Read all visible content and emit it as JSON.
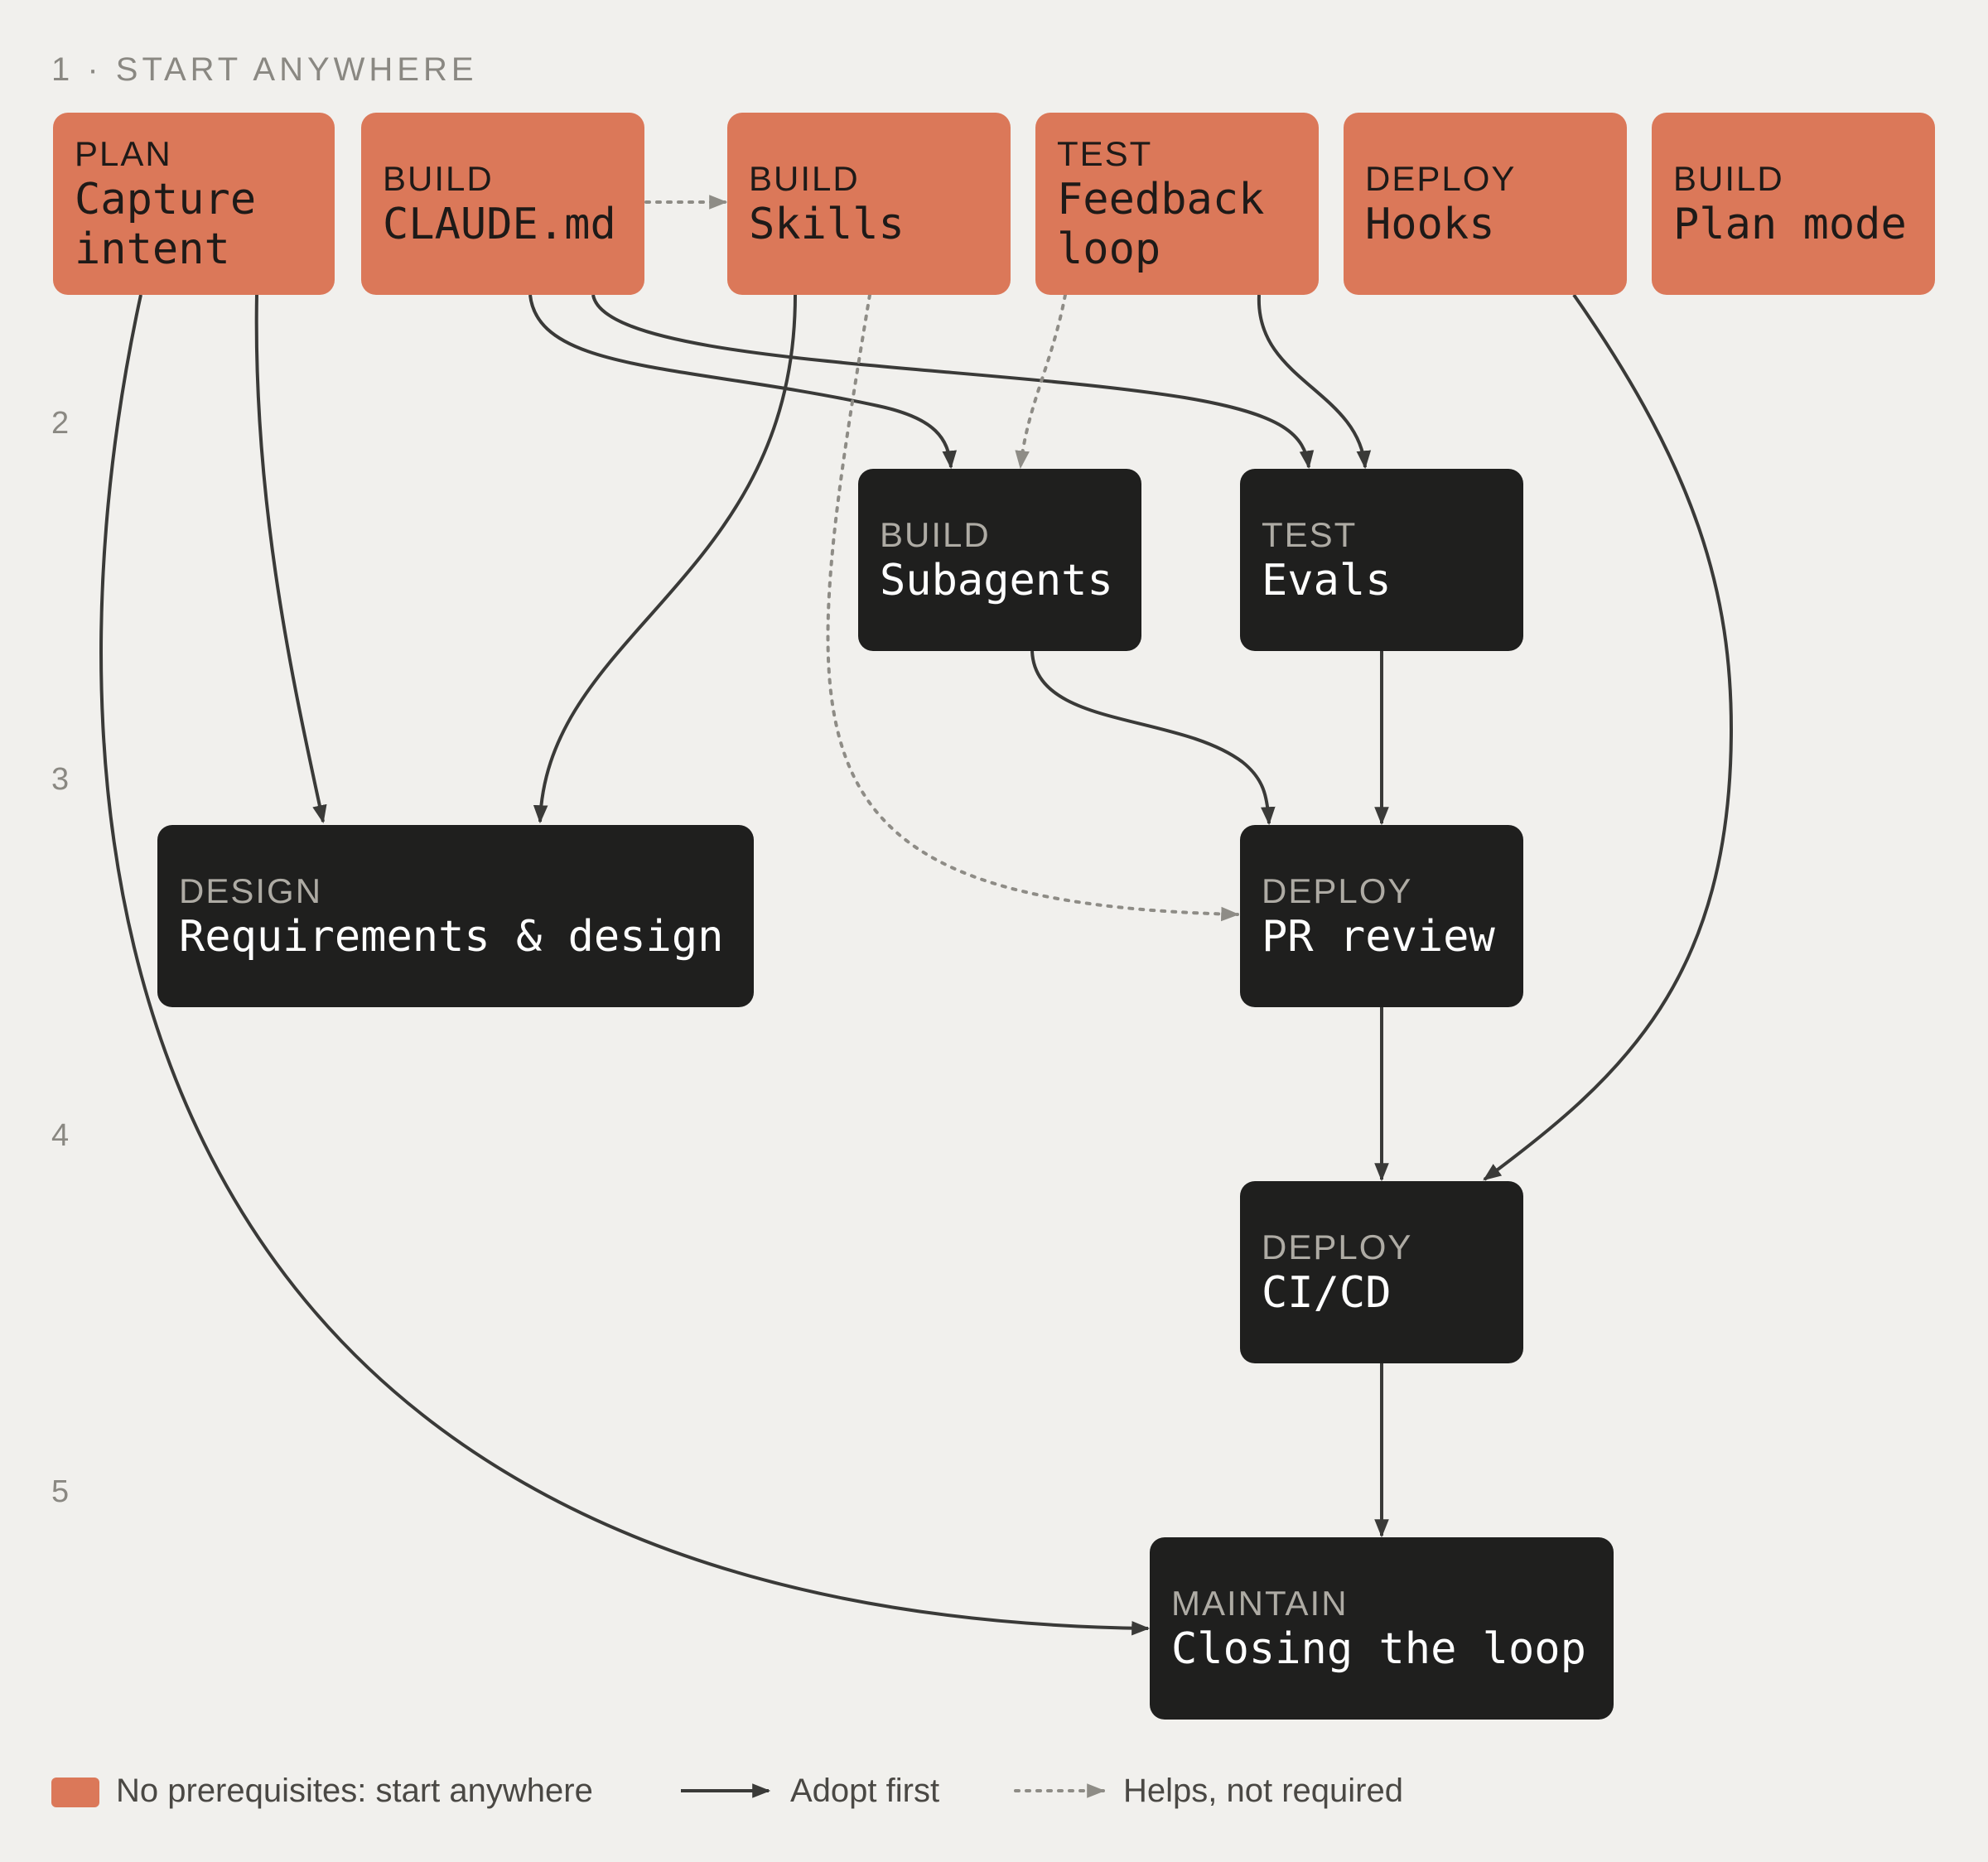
{
  "header": {
    "label": "1 · START ANYWHERE"
  },
  "rows": [
    "2",
    "3",
    "4",
    "5"
  ],
  "nodes": {
    "capture_intent": {
      "category": "PLAN",
      "name": "Capture\nintent"
    },
    "claude_md": {
      "category": "BUILD",
      "name": "CLAUDE.md"
    },
    "skills": {
      "category": "BUILD",
      "name": "Skills"
    },
    "feedback_loop": {
      "category": "TEST",
      "name": "Feedback\nloop"
    },
    "hooks": {
      "category": "DEPLOY",
      "name": "Hooks"
    },
    "plan_mode": {
      "category": "BUILD",
      "name": "Plan mode"
    },
    "subagents": {
      "category": "BUILD",
      "name": "Subagents"
    },
    "evals": {
      "category": "TEST",
      "name": "Evals"
    },
    "requirements_design": {
      "category": "DESIGN",
      "name": "Requirements & design"
    },
    "pr_review": {
      "category": "DEPLOY",
      "name": "PR review"
    },
    "ci_cd": {
      "category": "DEPLOY",
      "name": "CI/CD"
    },
    "closing_loop": {
      "category": "MAINTAIN",
      "name": "Closing the loop"
    }
  },
  "edges": [
    {
      "from": "claude_md",
      "to": "skills",
      "style": "helps"
    },
    {
      "from": "capture_intent",
      "to": "requirements_design",
      "style": "adopt-first"
    },
    {
      "from": "capture_intent",
      "to": "closing_loop",
      "style": "adopt-first"
    },
    {
      "from": "claude_md",
      "to": "subagents",
      "style": "adopt-first"
    },
    {
      "from": "claude_md",
      "to": "evals",
      "style": "adopt-first"
    },
    {
      "from": "skills",
      "to": "requirements_design",
      "style": "adopt-first"
    },
    {
      "from": "skills",
      "to": "pr_review",
      "style": "helps"
    },
    {
      "from": "feedback_loop",
      "to": "subagents",
      "style": "helps"
    },
    {
      "from": "feedback_loop",
      "to": "evals",
      "style": "adopt-first"
    },
    {
      "from": "hooks",
      "to": "ci_cd",
      "style": "adopt-first"
    },
    {
      "from": "subagents",
      "to": "pr_review",
      "style": "adopt-first"
    },
    {
      "from": "evals",
      "to": "pr_review",
      "style": "adopt-first"
    },
    {
      "from": "pr_review",
      "to": "ci_cd",
      "style": "adopt-first"
    },
    {
      "from": "ci_cd",
      "to": "closing_loop",
      "style": "adopt-first"
    }
  ],
  "legend": {
    "no_prereq": "No prerequisites: start anywhere",
    "adopt_first": "Adopt first",
    "helps": "Helps, not required"
  },
  "colors": {
    "start_anywhere": "#db7859",
    "dependent": "#1f1f1e",
    "background": "#f1f0ed",
    "edge": "#3a3a38",
    "helps_edge": "#8e8c86"
  }
}
